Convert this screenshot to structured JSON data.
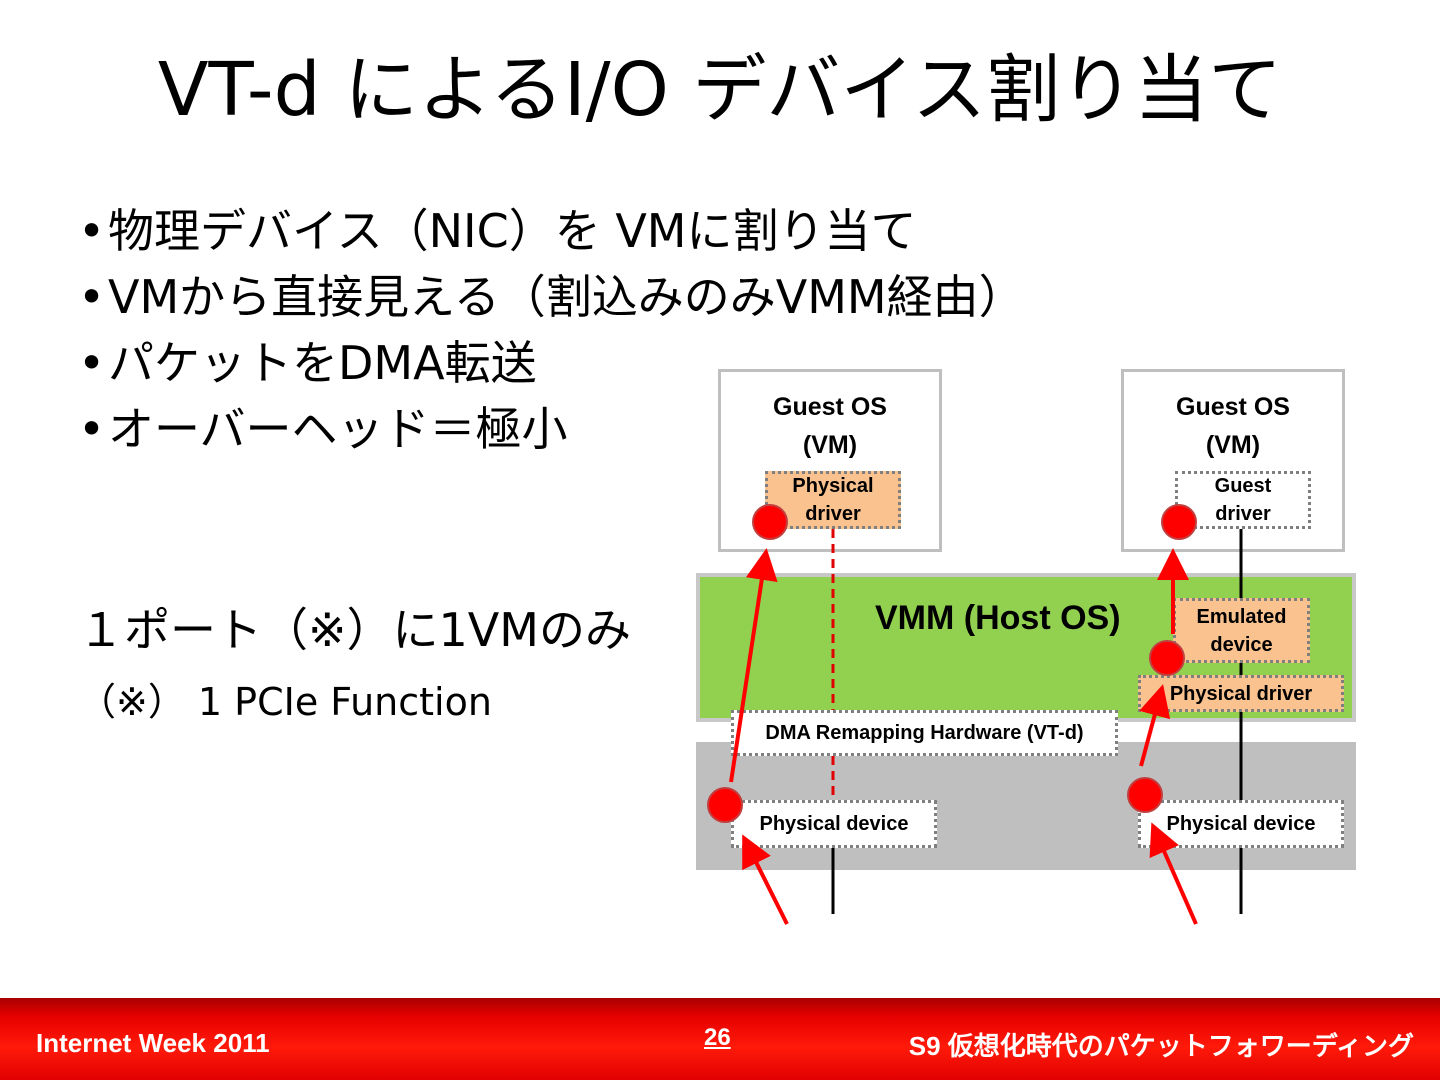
{
  "slide": {
    "title": "VT-d によるI/O デバイス割り当て",
    "bullets": [
      "物理デバイス（NIC）を VMに割り当て",
      "VMから直接見える（割込みのみVMM経由）",
      "パケットをDMA転送",
      "オーバーヘッド＝極小"
    ],
    "note_main": "１ポート（※）に1VMのみ",
    "note_footnote": "（※） 1 PCIe Function"
  },
  "diagram": {
    "guest_left": {
      "title_line1": "Guest OS",
      "title_line2": "(VM)",
      "driver": "Physical driver"
    },
    "guest_right": {
      "title_line1": "Guest OS",
      "title_line2": "(VM)",
      "driver": "Guest driver"
    },
    "vmm_label": "VMM (Host OS)",
    "emulated_device": "Emulated device",
    "host_physical_driver": "Physical driver",
    "dma_remapping": "DMA Remapping Hardware (VT-d)",
    "physical_device_left": "Physical device",
    "physical_device_right": "Physical device",
    "colors": {
      "vmm": "#92d050",
      "hardware": "#bfbfbf",
      "driver": "#f9c28f",
      "arrow": "#ff0000",
      "footer": "#e60000"
    }
  },
  "footer": {
    "left": "Internet Week 2011",
    "page": "26",
    "right": "S9 仮想化時代のパケットフォワーディング"
  }
}
